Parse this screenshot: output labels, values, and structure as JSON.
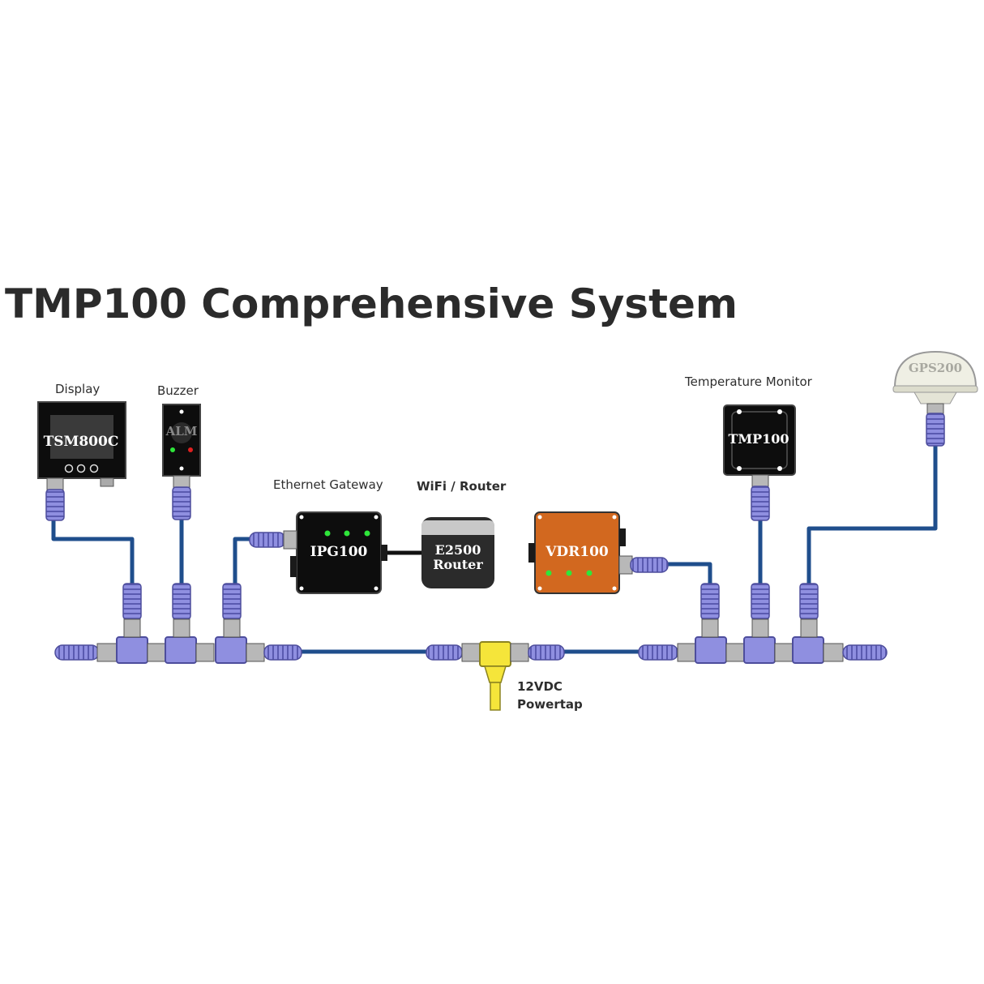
{
  "title": "TMP100 Comprehensive System",
  "labels": {
    "display": "Display",
    "buzzer": "Buzzer",
    "ethernet_gateway": "Ethernet Gateway",
    "wifi_router": "WiFi / Router",
    "temperature_monitor": "Temperature Monitor",
    "powertap_line1": "12VDC",
    "powertap_line2": "Powertap"
  },
  "devices": {
    "tsm800c": "TSM800C",
    "alm": "ALM",
    "ipg100": "IPG100",
    "e2500_line1": "E2500",
    "e2500_line2": "Router",
    "vdr100": "VDR100",
    "tmp100": "TMP100",
    "gps200": "GPS200"
  },
  "colors": {
    "cable": "#1f4e8c",
    "connector": "#8f8fe0",
    "connector_dark": "#4d4d9c",
    "connector_grey": "#b8b8b8",
    "powertap": "#f5e53a",
    "vdr_orange": "#d2681f",
    "led_green": "#2ee63a",
    "led_red": "#e02020"
  }
}
